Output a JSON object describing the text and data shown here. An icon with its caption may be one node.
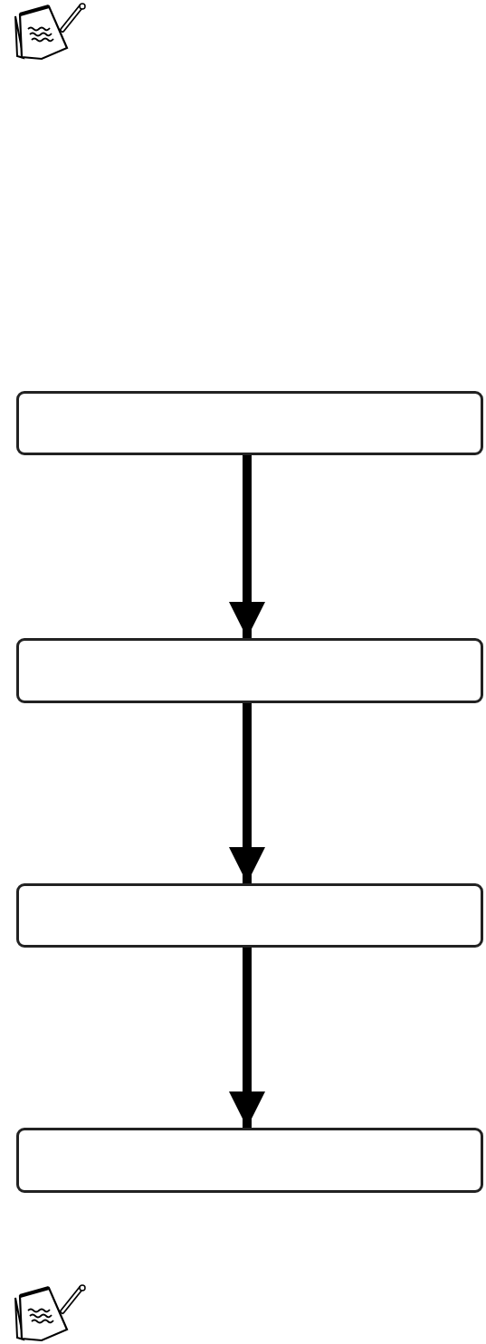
{
  "diagram": {
    "nodes": [
      {
        "text": [],
        "shape": "box"
      },
      {
        "text": [],
        "shape": "box"
      },
      {
        "text": [],
        "shape": "box"
      },
      {
        "text": [],
        "shape": "box"
      }
    ],
    "edges": [
      {
        "from": 0,
        "to": 1,
        "arrow": "to"
      },
      {
        "from": 1,
        "to": 2,
        "arrow": "to"
      },
      {
        "from": 2,
        "to": 3,
        "arrow": "to"
      }
    ]
  }
}
